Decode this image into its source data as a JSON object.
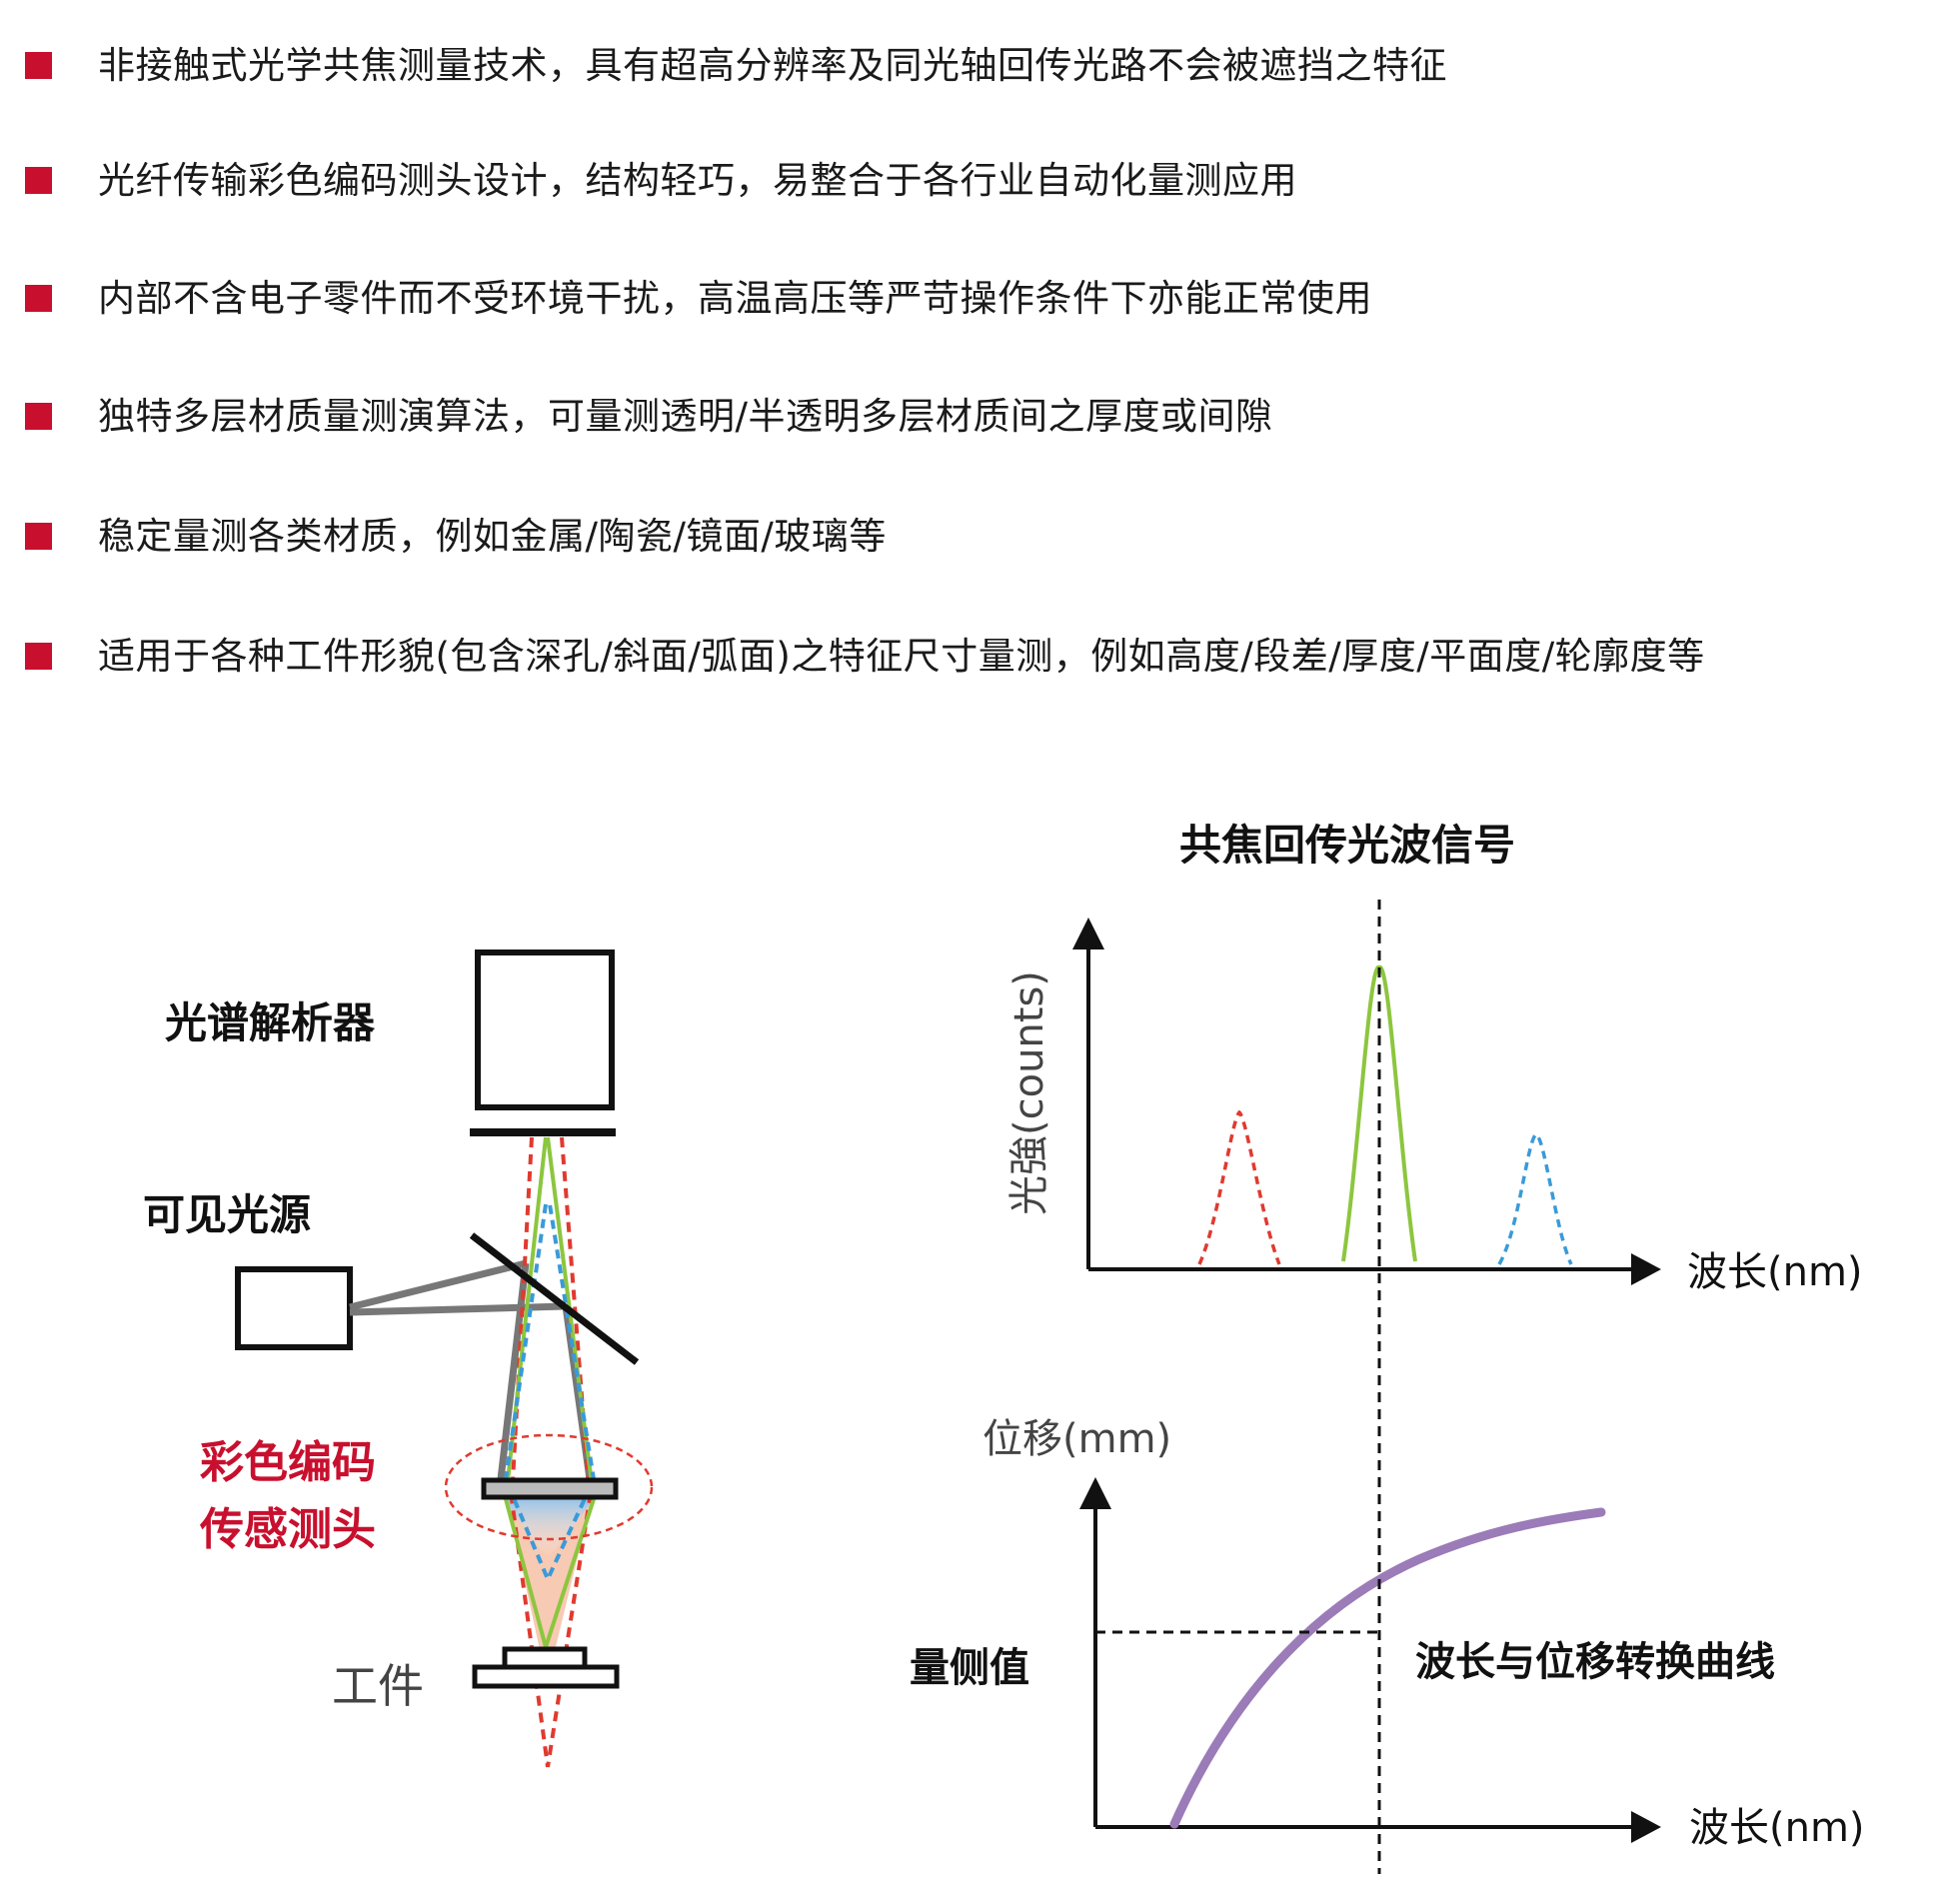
{
  "features": [
    {
      "text": "非接触式光学共焦测量技术，具有超高分辨率及同光轴回传光路不会被遮挡之特征"
    },
    {
      "text": "光纤传输彩色编码测头设计，结构轻巧，易整合于各行业自动化量测应用"
    },
    {
      "text": "内部不含电子零件而不受环境干扰，高温高压等严苛操作条件下亦能正常使用"
    },
    {
      "text": "独特多层材质量测演算法，可量测透明/半透明多层材质间之厚度或间隙"
    },
    {
      "text": "稳定量测各类材质，例如金属/陶瓷/镜面/玻璃等"
    },
    {
      "text": "适用于各种工件形貌(包含深孔/斜面/弧面)之特征尺寸量测，例如高度/段差/厚度/平面度/轮廓度等"
    }
  ],
  "diagram": {
    "spectrometer_label": "光谱解析器",
    "light_source_label": "可见光源",
    "sensor_label_line1": "彩色编码",
    "sensor_label_line2": "传感测头",
    "workpiece_label": "工件"
  },
  "signal_chart": {
    "title": "共焦回传光波信号",
    "ylabel": "光強(counts)",
    "xlabel": "波长(nm)"
  },
  "conversion_chart": {
    "ylabel": "位移(mm)",
    "xlabel": "波长(nm)",
    "measured_label": "量侧值",
    "curve_label": "波长与位移转换曲线"
  },
  "colors": {
    "accent": "#c8102e",
    "green": "#8cc63f",
    "blue": "#3a9ad9",
    "red_dash": "#e03a2f",
    "purple": "#9b7bb8",
    "gray": "#777777"
  }
}
